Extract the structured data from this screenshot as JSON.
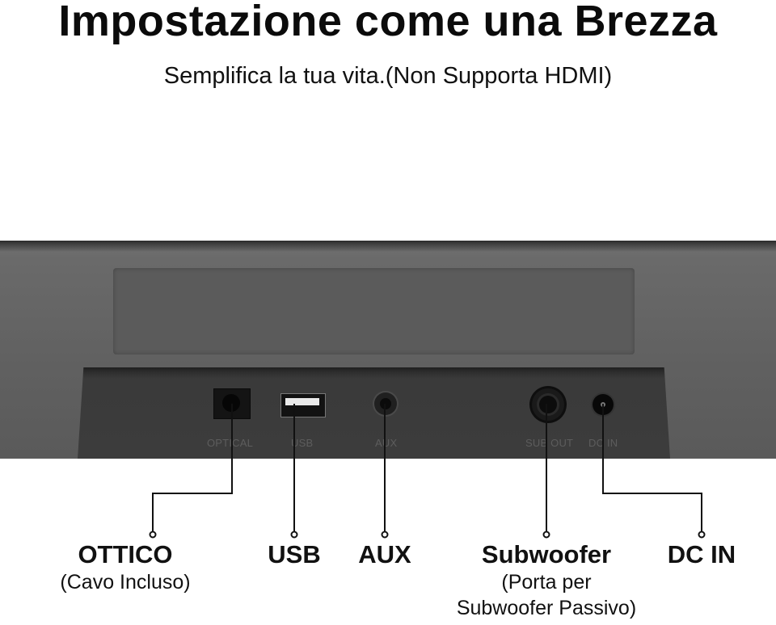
{
  "title": "Impostazione come una Brezza",
  "subtitle": "Semplifica la tua vita.(Non Supporta HDMI)",
  "port_labels": {
    "optical": "OPTICAL",
    "usb": "USB",
    "aux": "AUX",
    "sub_out": "SUB OUT",
    "dc_in": "DC IN"
  },
  "callouts": {
    "ottico": {
      "name": "OTTICO",
      "desc": "(Cavo Incluso)"
    },
    "usb": {
      "name": "USB"
    },
    "aux": {
      "name": "AUX"
    },
    "subwoofer": {
      "name": "Subwoofer",
      "desc_line1": "(Porta per",
      "desc_line2": "Subwoofer Passivo)"
    },
    "dc_in": {
      "name": "DC IN"
    }
  },
  "colors": {
    "soundbar": "#636363",
    "port_panel": "#3a3a3a",
    "text": "#111111"
  }
}
